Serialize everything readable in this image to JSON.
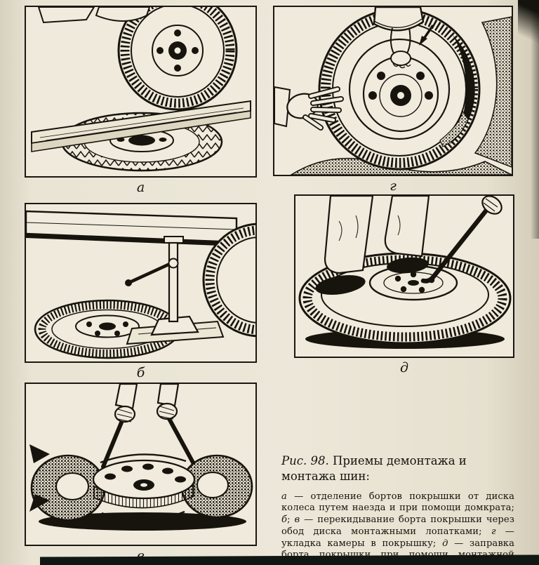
{
  "page": {
    "paper": "#ece7d8",
    "ink": "#16130e"
  },
  "figures": [
    {
      "key": "a",
      "label": "а",
      "icon": "wheel-driving-onto-plank-illustration"
    },
    {
      "key": "g",
      "label": "г",
      "icon": "inserting-tube-into-tire-illustration"
    },
    {
      "key": "b",
      "label": "б",
      "icon": "jack-under-car-sill-illustration"
    },
    {
      "key": "d",
      "label": "д",
      "icon": "standing-on-tire-with-lever-illustration"
    },
    {
      "key": "v",
      "label": "в",
      "icon": "two-levers-over-rim-illustration"
    }
  ],
  "caption": {
    "fig_label": "Рис. 98.",
    "title": "Приемы демонтажа и монтажа шин:",
    "body_segments": [
      {
        "text": "а",
        "italic": true
      },
      {
        "text": " — отделение бортов покрышки от диска колеса путем наезда и при помощи домкрата; "
      },
      {
        "text": "б",
        "italic": true
      },
      {
        "text": "; "
      },
      {
        "text": "в",
        "italic": true
      },
      {
        "text": " — перекидывание борта покрышки через обод диска монтажными лопатками; "
      },
      {
        "text": "г",
        "italic": true
      },
      {
        "text": " — укладка камеры в покрышку; "
      },
      {
        "text": "д",
        "italic": true
      },
      {
        "text": " — заправка борта покрышки при помощи монтажной лопатки"
      }
    ]
  }
}
